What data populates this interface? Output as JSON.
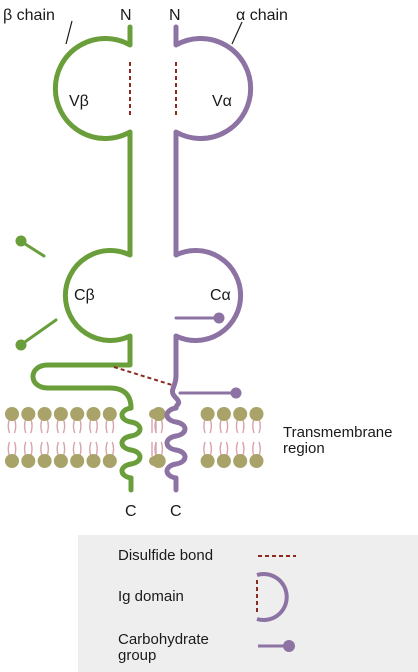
{
  "colors": {
    "beta": "#6a9e3a",
    "alpha": "#8d73a3",
    "disulfide": "#8b2b1e",
    "lipid_head": "#a9a269",
    "lipid_tail": "#d8a3ad",
    "legend_bg": "#eeeeee"
  },
  "labels": {
    "beta_chain": "β chain",
    "alpha_chain": "α chain",
    "n_beta": "N",
    "n_alpha": "N",
    "v_beta": "Vβ",
    "v_alpha": "Vα",
    "c_beta": "Cβ",
    "c_alpha": "Cα",
    "transmembrane_line1": "Transmembrane",
    "transmembrane_line2": "region",
    "c_term_beta": "C",
    "c_term_alpha": "C"
  },
  "legend": {
    "disulfide_bond": "Disulfide bond",
    "ig_domain": "Ig domain",
    "carbohydrate_line1": "Carbohydrate",
    "carbohydrate_line2": "group"
  }
}
